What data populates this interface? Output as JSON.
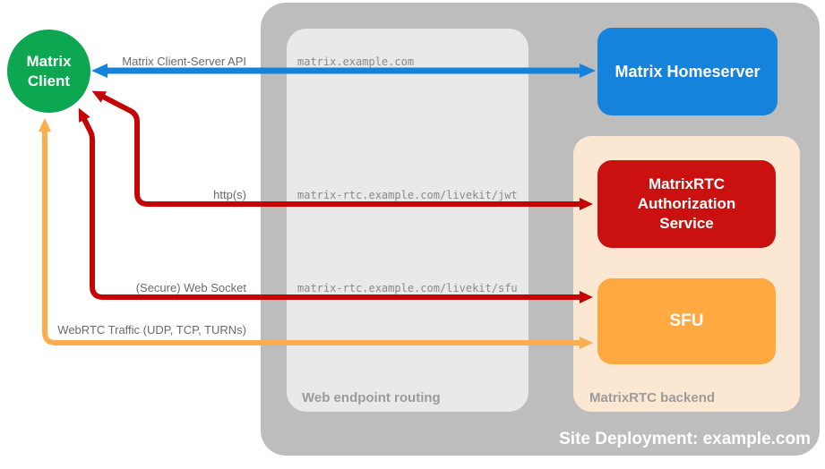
{
  "nodes": {
    "client": {
      "line1": "Matrix",
      "line2": "Client",
      "color": "#0CA750"
    },
    "homeserver": {
      "label": "Matrix Homeserver",
      "color": "#1583DB"
    },
    "auth_service": {
      "label": "MatrixRTC Authorization Service",
      "color": "#CB1010"
    },
    "sfu": {
      "label": "SFU",
      "color": "#FFA940"
    }
  },
  "containers": {
    "site": {
      "label": "Site Deployment: example.com",
      "color": "#BDBDBD"
    },
    "routing": {
      "label": "Web endpoint routing",
      "color": "#E9E9E9"
    },
    "backend": {
      "label": "MatrixRTC backend",
      "color": "#FCE8D2"
    }
  },
  "endpoints": [
    "matrix.example.com",
    "matrix-rtc.example.com/livekit/jwt",
    "matrix-rtc.example.com/livekit/sfu"
  ],
  "connections": [
    {
      "label": "Matrix Client-Server API",
      "from": "client",
      "to": "homeserver",
      "color": "#1583DB"
    },
    {
      "label": "http(s)",
      "from": "client",
      "to": "auth_service",
      "color": "#C30505"
    },
    {
      "label": "(Secure) Web Socket",
      "from": "client",
      "to": "sfu",
      "color": "#C30505"
    },
    {
      "label": "WebRTC Traffic (UDP, TCP, TURNs)",
      "from": "client",
      "to": "sfu",
      "color": "#FBAE4D"
    }
  ]
}
